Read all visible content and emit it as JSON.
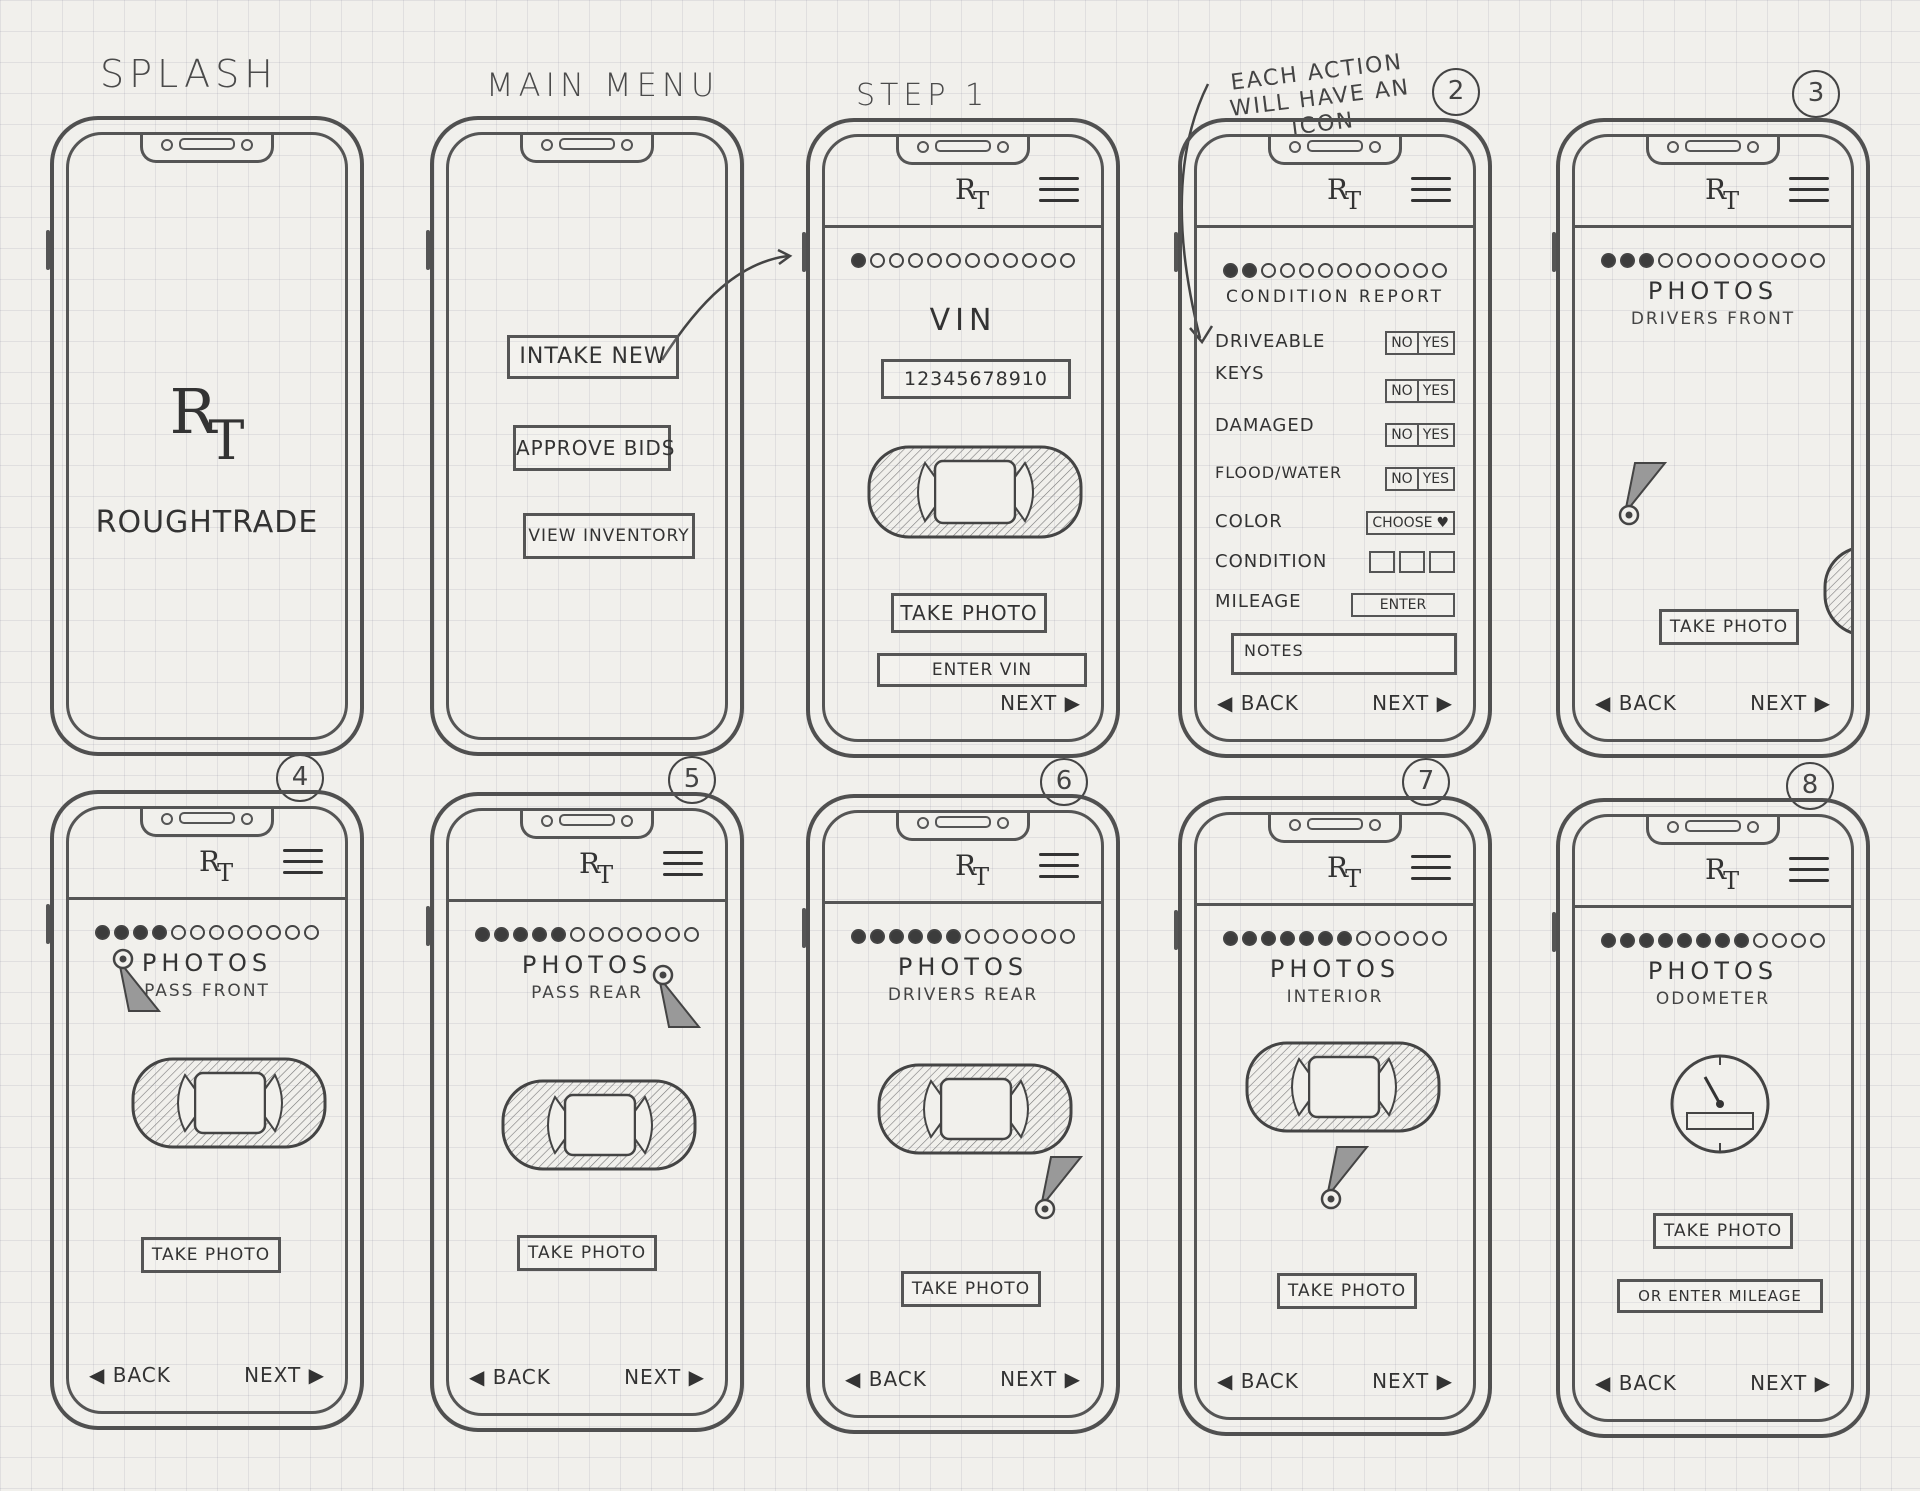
{
  "labels": {
    "splash": "SPLASH",
    "main_menu": "MAIN MENU",
    "step1": "STEP 1"
  },
  "annotation": "EACH ACTION WILL HAVE AN ICON",
  "numbers": [
    "2",
    "3",
    "4",
    "5",
    "6",
    "7",
    "8"
  ],
  "logo": {
    "r": "R",
    "t": "T"
  },
  "splash": {
    "brand": "ROUGHTRADE"
  },
  "menu": {
    "buttons": [
      "INTAKE NEW",
      "APPROVE BIDS",
      "VIEW INVENTORY"
    ]
  },
  "nav": {
    "back": "BACK",
    "next": "NEXT"
  },
  "step1": {
    "title": "VIN",
    "vin_value": "12345678910",
    "take_photo": "TAKE PHOTO",
    "enter_vin": "ENTER VIN"
  },
  "condition": {
    "title": "CONDITION REPORT",
    "rows": [
      {
        "label": "DRIVEABLE",
        "no": "NO",
        "yes": "YES"
      },
      {
        "label": "KEYS",
        "no": "NO",
        "yes": "YES"
      },
      {
        "label": "DAMAGED",
        "no": "NO",
        "yes": "YES"
      },
      {
        "label": "FLOOD/WATER",
        "no": "NO",
        "yes": "YES"
      }
    ],
    "color_label": "COLOR",
    "color_select": "CHOOSE",
    "condition_label": "CONDITION",
    "mileage_label": "MILEAGE",
    "mileage_button": "ENTER",
    "notes": "NOTES"
  },
  "photo_screens": [
    {
      "title": "PHOTOS",
      "sub": "DRIVERS FRONT",
      "button": "TAKE PHOTO"
    },
    {
      "title": "PHOTOS",
      "sub": "PASS FRONT",
      "button": "TAKE PHOTO"
    },
    {
      "title": "PHOTOS",
      "sub": "PASS REAR",
      "button": "TAKE PHOTO"
    },
    {
      "title": "PHOTOS",
      "sub": "DRIVERS REAR",
      "button": "TAKE PHOTO"
    },
    {
      "title": "PHOTOS",
      "sub": "INTERIOR",
      "button": "TAKE PHOTO"
    },
    {
      "title": "PHOTOS",
      "sub": "ODOMETER",
      "button": "TAKE PHOTO",
      "button2": "OR ENTER MILEAGE"
    }
  ],
  "progress": {
    "total": 12,
    "filled": {
      "step1": 1,
      "condition": 2,
      "s3": 3,
      "s4": 4,
      "s5": 5,
      "s6": 6,
      "s7": 7,
      "s8": 8
    }
  },
  "icons": [
    "car-top-icon",
    "camera-icon",
    "odometer-icon",
    "hamburger-menu-icon",
    "caret-left-icon",
    "caret-right-icon",
    "dropdown-heart-icon"
  ]
}
